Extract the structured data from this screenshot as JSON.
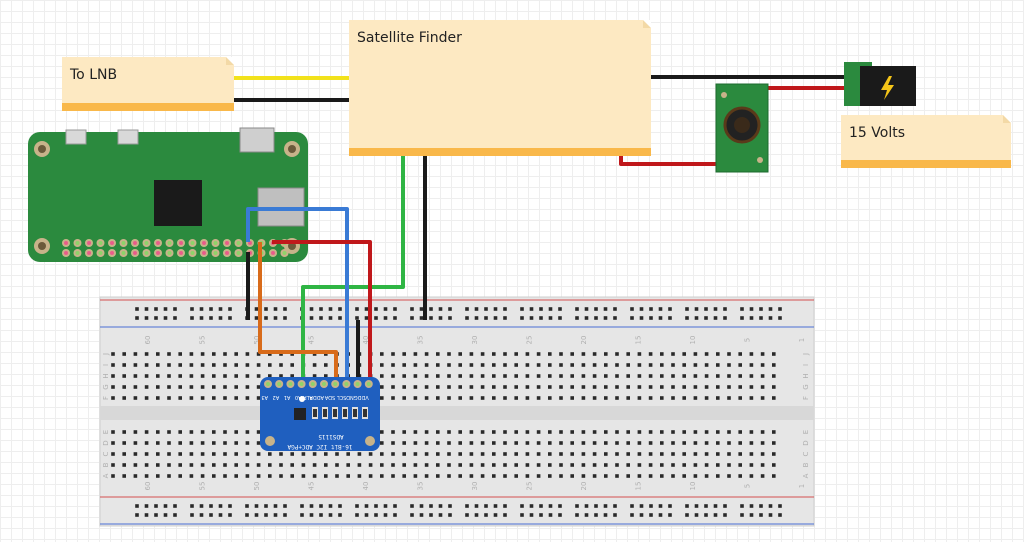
{
  "notes": {
    "to_lnb": "To LNB",
    "satellite_finder": "Satellite Finder",
    "volts": "15 Volts"
  },
  "adc_board": {
    "pin_labels": [
      "A3",
      "A2",
      "A1",
      "A0",
      "ALRT",
      "ADDR",
      "SDA",
      "SCL",
      "GND",
      "VDD"
    ],
    "name": "ADS1115",
    "subtitle": "16-Bit I2C ADC+PGA"
  },
  "breadboard": {
    "top_numbers": [
      "60",
      "55",
      "50",
      "45",
      "40",
      "35",
      "30",
      "25",
      "20",
      "15",
      "10",
      "5",
      "1"
    ],
    "row_letters_top": [
      "J",
      "I",
      "H",
      "G",
      "F"
    ],
    "row_letters_bottom": [
      "E",
      "D",
      "C",
      "B",
      "A"
    ]
  },
  "colors": {
    "pcb_green": "#2b8a3e",
    "wire_red": "#c0181b",
    "wire_black": "#1a1a1a",
    "wire_green": "#2fb544",
    "wire_blue": "#3a7bd5",
    "wire_orange": "#d86b1a",
    "wire_yellow": "#f2e21b",
    "adc_blue": "#1f5fbf",
    "note_bg": "#fde9c2",
    "note_edge": "#f9b84a"
  },
  "icons": {
    "power_jack": "lightning-icon",
    "inductor": "coil-icon"
  }
}
